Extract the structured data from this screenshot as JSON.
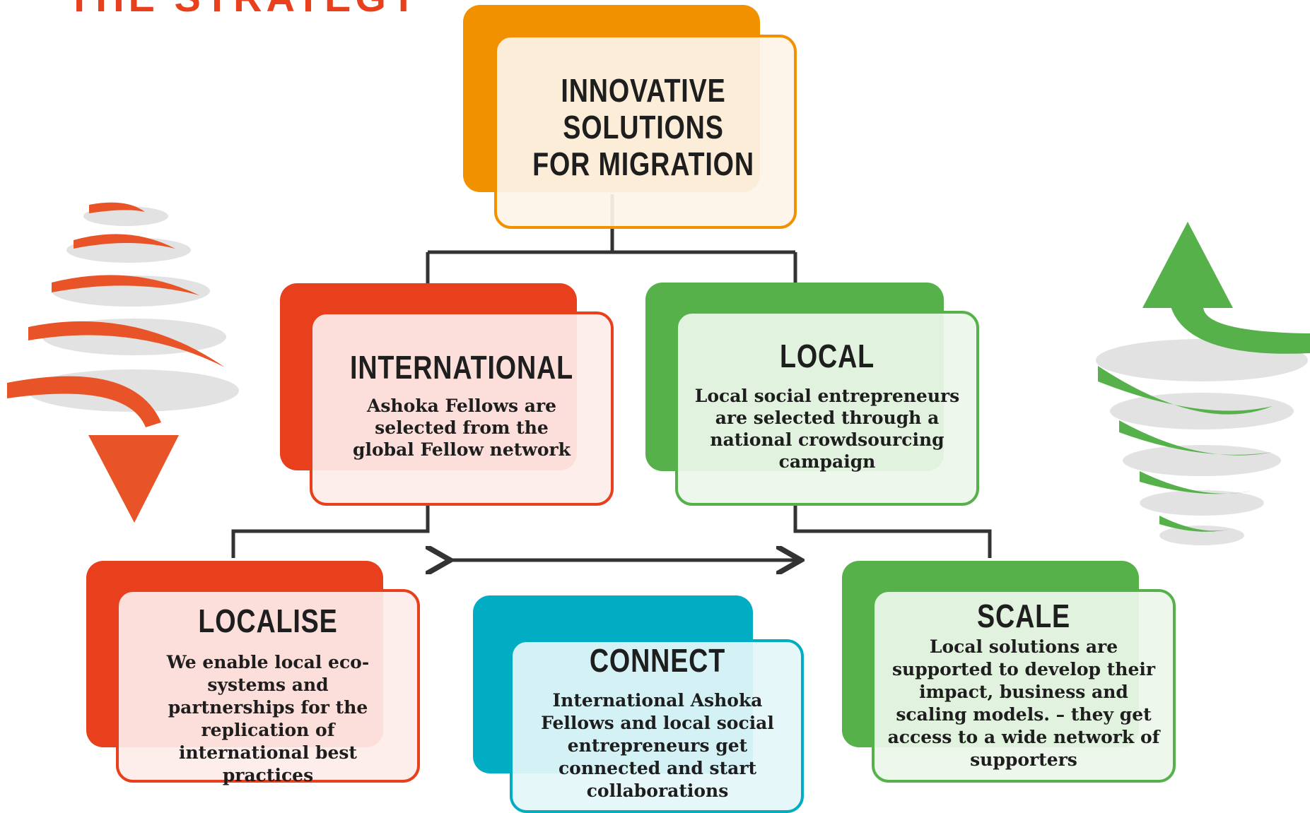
{
  "header": {
    "title": "THE STRATEGY"
  },
  "colors": {
    "orange": "#f29100",
    "red": "#e8401c",
    "green": "#56b14b",
    "teal": "#00adc3",
    "connector": "#333333"
  },
  "top_box": {
    "title": "INNOVATIVE SOLUTIONS FOR MIGRATION"
  },
  "international": {
    "title": "INTERNATIONAL",
    "text": "Ashoka Fellows are selected from the global Fellow network"
  },
  "local": {
    "title": "LOCAL",
    "text": "Local social entrepreneurs are selected through a national crowdsourcing campaign"
  },
  "localise": {
    "title": "LOCALISE",
    "text": "We enable local eco-systems and partnerships for the replication of international best practices"
  },
  "connect": {
    "title": "CONNECT",
    "text": "International Ashoka Fellows and local social entrepreneurs get connected and start collaborations"
  },
  "scale": {
    "title": "SCALE",
    "text": "Local solutions are supported to develop their impact, business and scaling models. – they get access to a wide network of supporters"
  },
  "icons": {
    "left": "spiral-down-arrow-icon",
    "right": "spiral-up-arrow-icon",
    "middle": "double-headed-arrow-icon"
  }
}
